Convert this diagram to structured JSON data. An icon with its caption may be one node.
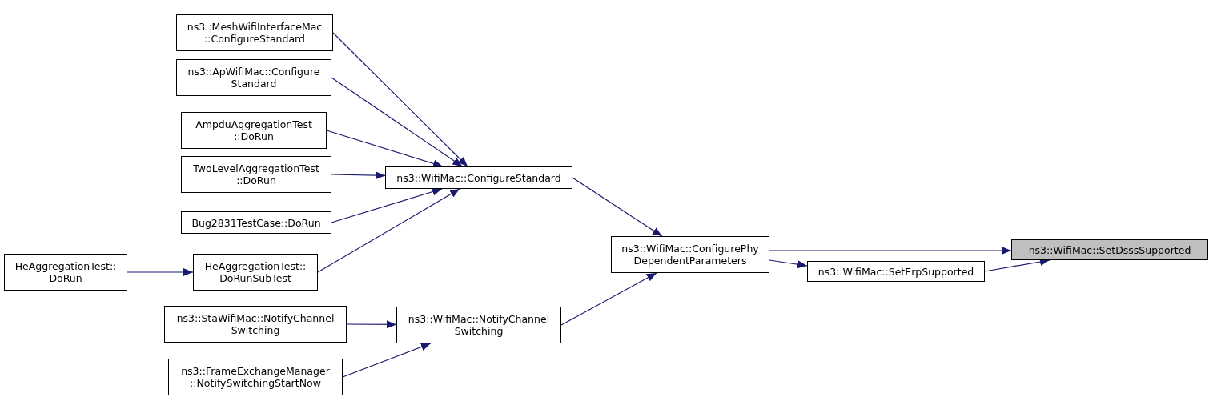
{
  "diagram": {
    "nodes": [
      {
        "text": [
          "ns3::MeshWifiInterfaceMac ::ConfigureStandard"
        ]
      },
      {
        "text": [
          "ns3::ApWifiMac::Configure Standard"
        ]
      },
      {
        "text": [
          "AmpduAggregationTest ::DoRun"
        ]
      },
      {
        "text": [
          "TwoLevelAggregationTest ::DoRun"
        ]
      },
      {
        "text": [
          "Bug2831TestCase::DoRun"
        ]
      },
      {
        "text": [
          "HeAggregationTest:: DoRun"
        ]
      },
      {
        "text": [
          "HeAggregationTest:: DoRunSubTest"
        ]
      },
      {
        "text": [
          "ns3::StaWifiMac::NotifyChannel Switching"
        ]
      },
      {
        "text": [
          "ns3::FrameExchangeManager ::NotifySwitchingStartNow"
        ]
      },
      {
        "text": [
          "ns3::WifiMac::ConfigureStandard"
        ]
      },
      {
        "text": [
          "ns3::WifiMac::NotifyChannel Switching"
        ]
      },
      {
        "text": [
          "ns3::WifiMac::ConfigurePhy DependentParameters"
        ]
      },
      {
        "text": [
          "ns3::WifiMac::SetErpSupported"
        ]
      },
      {
        "text": [
          "ns3::WifiMac::SetDsssSupported"
        ]
      }
    ],
    "edges": [
      {
        "from": 0,
        "to": 9,
        "arrow": "to"
      },
      {
        "from": 1,
        "to": 9,
        "arrow": "to"
      },
      {
        "from": 2,
        "to": 9,
        "arrow": "to"
      },
      {
        "from": 3,
        "to": 9,
        "arrow": "to"
      },
      {
        "from": 4,
        "to": 9,
        "arrow": "to"
      },
      {
        "from": 6,
        "to": 9,
        "arrow": "to"
      },
      {
        "from": 5,
        "to": 6,
        "arrow": "to"
      },
      {
        "from": 7,
        "to": 10,
        "arrow": "to"
      },
      {
        "from": 8,
        "to": 10,
        "arrow": "to"
      },
      {
        "from": 9,
        "to": 11,
        "arrow": "to"
      },
      {
        "from": 10,
        "to": 11,
        "arrow": "to"
      },
      {
        "from": 11,
        "to": 13,
        "arrow": "to"
      },
      {
        "from": 11,
        "to": 12,
        "arrow": "to"
      },
      {
        "from": 12,
        "to": 13,
        "arrow": "to"
      }
    ]
  }
}
